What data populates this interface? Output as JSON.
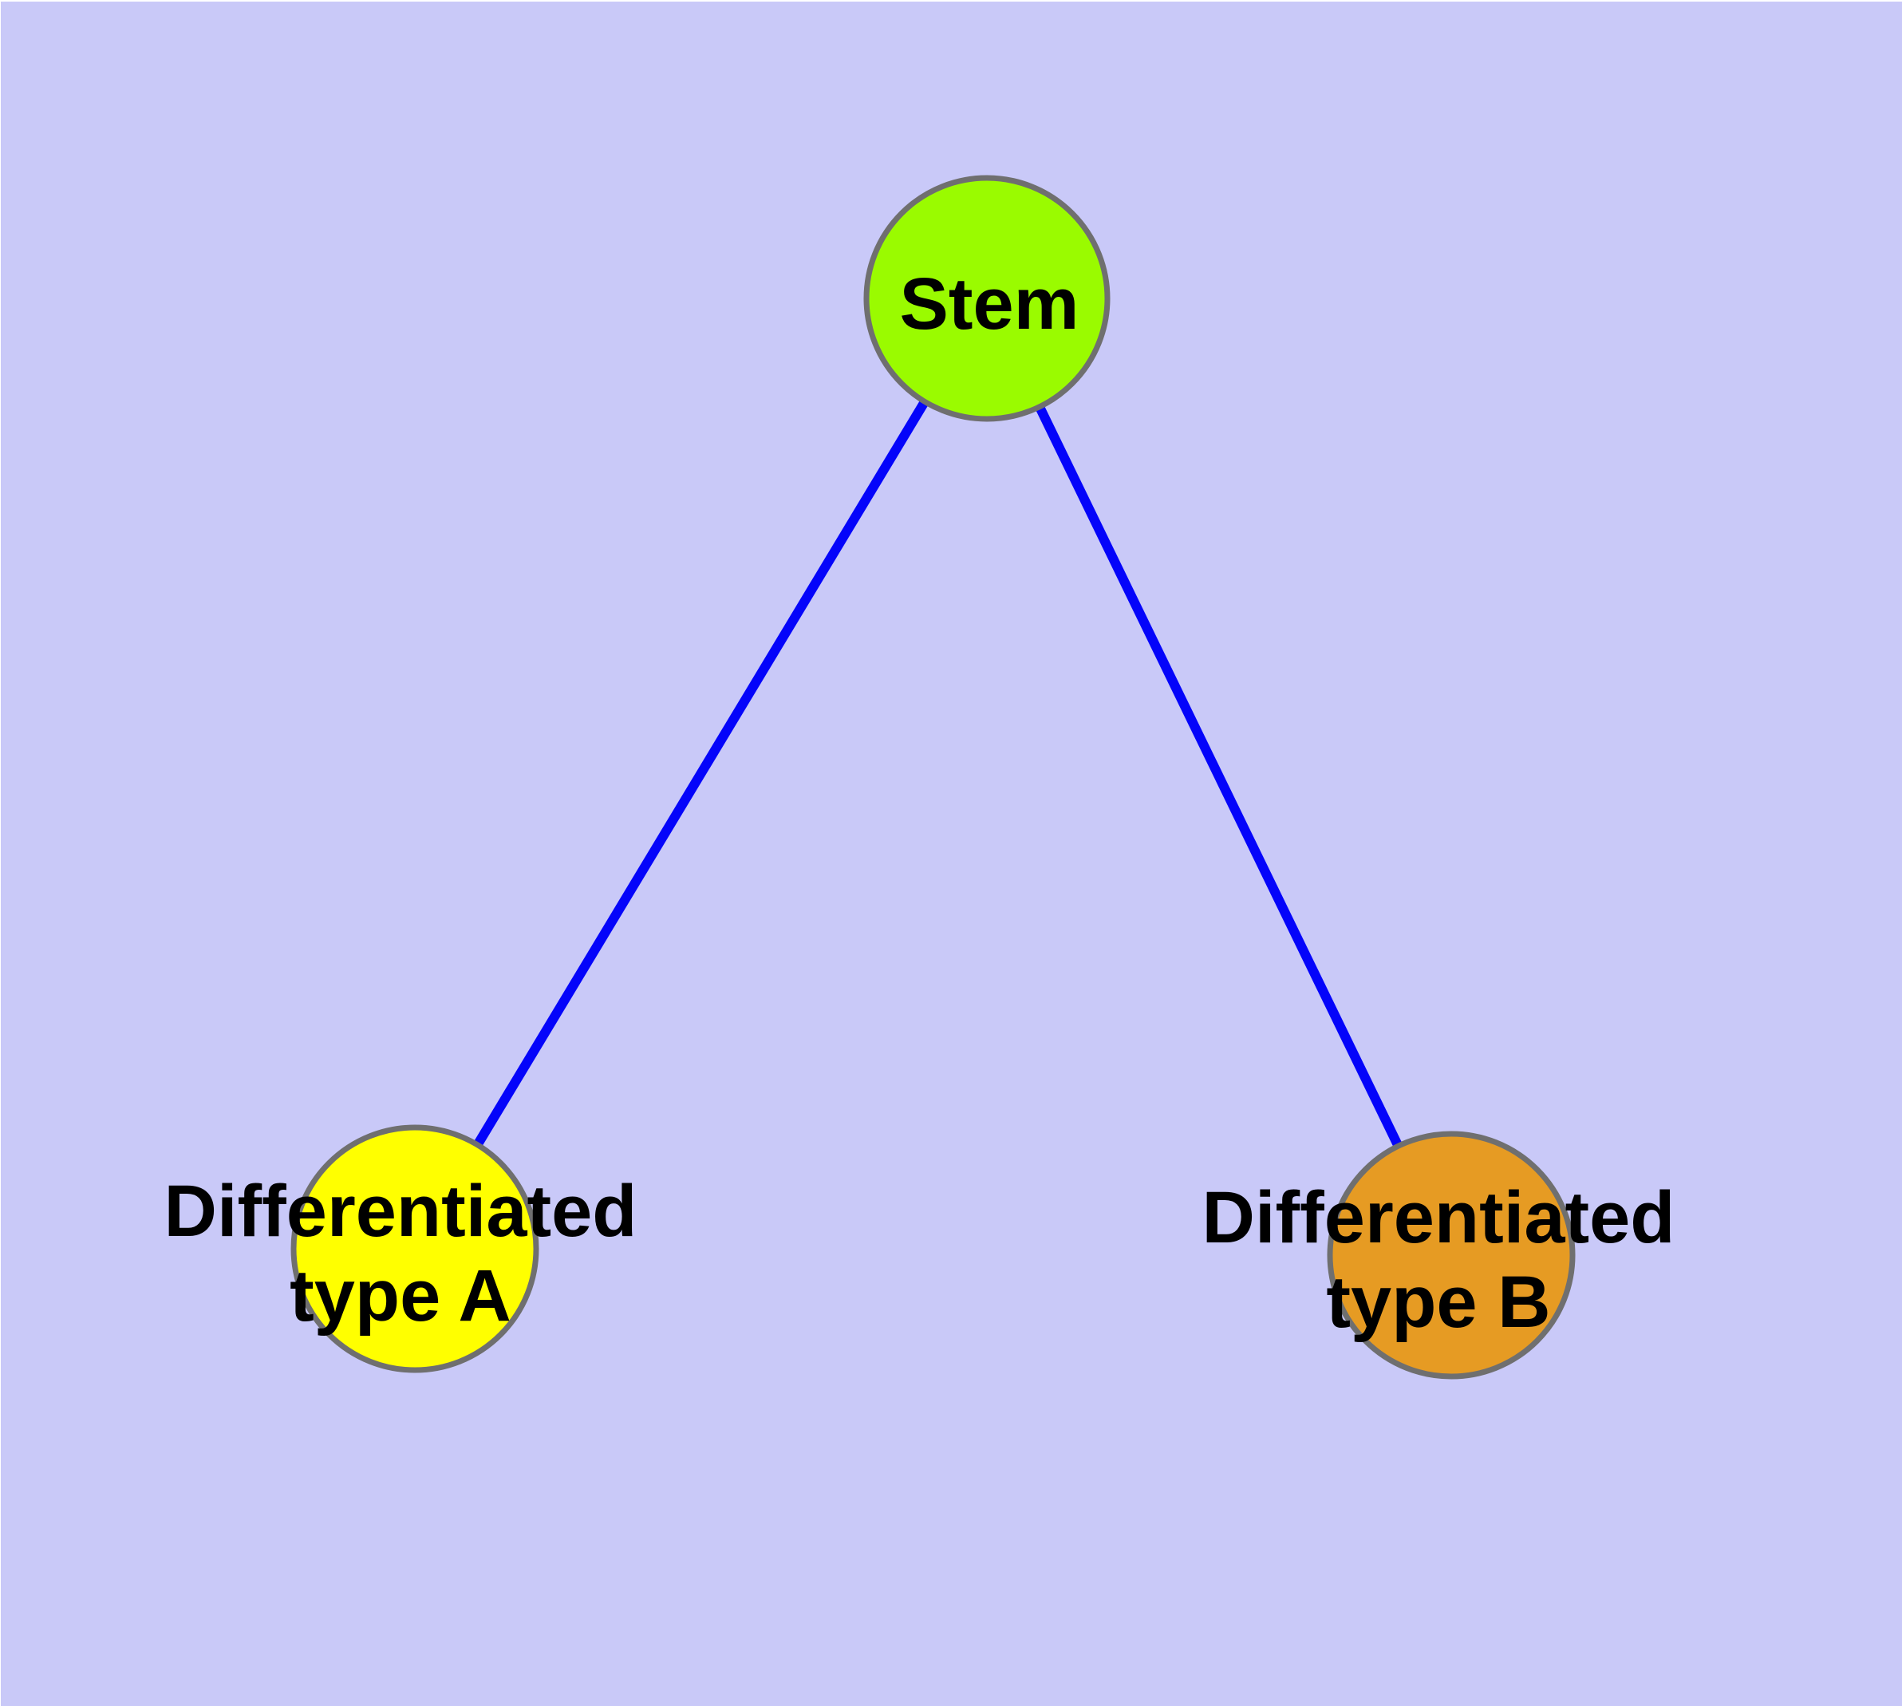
{
  "graph": {
    "page_background": "#ffffff",
    "background": "#c9c9f8",
    "edge_color": "#0404fa",
    "node_border_color": "#6f6f6f",
    "label_color": "#000000",
    "nodes": {
      "stem": {
        "label": "Stem",
        "fill": "#9afb00"
      },
      "type_a": {
        "label": "Differentiated type A",
        "line1": "Differentiated",
        "line2": "type A",
        "fill": "#ffff00"
      },
      "type_b": {
        "label": "Differentiated type B",
        "line1": "Differentiated",
        "line2": "type B",
        "fill": "#e69b23"
      }
    },
    "edges": [
      {
        "from": "Stem",
        "to": "Differentiated type A"
      },
      {
        "from": "Stem",
        "to": "Differentiated type B"
      }
    ]
  }
}
